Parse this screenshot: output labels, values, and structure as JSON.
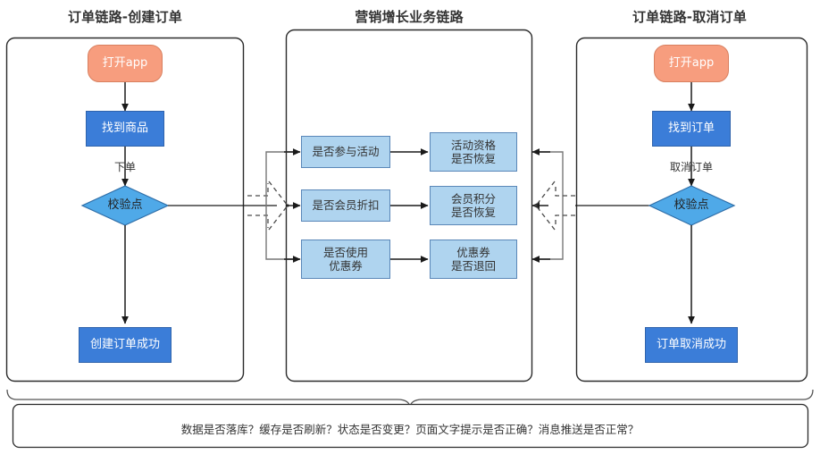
{
  "diagram": {
    "panels": [
      {
        "key": "create_order",
        "title": "订单链路-创建订单",
        "nodes": [
          {
            "name": "open-app",
            "label": "打开app",
            "shape": "rounded",
            "color": "#F79D7E"
          },
          {
            "name": "find-product",
            "label": "找到商品",
            "shape": "rect",
            "color": "#3B7DD8"
          },
          {
            "name": "checkpoint",
            "label": "校验点",
            "shape": "diamond",
            "color": "#4FA9E8"
          },
          {
            "name": "create-order-success",
            "label": "创建订单成功",
            "shape": "rect",
            "color": "#3B7DD8"
          }
        ],
        "edge_labels": [
          "下单"
        ]
      },
      {
        "key": "marketing_growth",
        "title": "营销增长业务链路",
        "left_column": [
          {
            "name": "join-activity",
            "lines": [
              "是否参与活动"
            ]
          },
          {
            "name": "member-discount",
            "lines": [
              "是否会员折扣"
            ]
          },
          {
            "name": "use-coupon",
            "lines": [
              "是否使用",
              "优惠券"
            ]
          }
        ],
        "right_column": [
          {
            "name": "activity-qualification",
            "lines": [
              "活动资格",
              "是否恢复"
            ]
          },
          {
            "name": "member-points",
            "lines": [
              "会员积分",
              "是否恢复"
            ]
          },
          {
            "name": "coupon-refund",
            "lines": [
              "优惠券",
              "是否退回"
            ]
          }
        ]
      },
      {
        "key": "cancel_order",
        "title": "订单链路-取消订单",
        "nodes": [
          {
            "name": "open-app",
            "label": "打开app",
            "shape": "rounded",
            "color": "#F79D7E"
          },
          {
            "name": "find-order",
            "label": "找到订单",
            "shape": "rect",
            "color": "#3B7DD8"
          },
          {
            "name": "checkpoint",
            "label": "校验点",
            "shape": "diamond",
            "color": "#4FA9E8"
          },
          {
            "name": "cancel-order-success",
            "label": "订单取消成功",
            "shape": "rect",
            "color": "#3B7DD8"
          }
        ],
        "edge_labels": [
          "取消订单"
        ]
      }
    ],
    "summary": "数据是否落库？缓存是否刷新？状态是否变更？页面文字提示是否正确？消息推送是否正常？",
    "colors": {
      "start_fill": "#F79D7E",
      "process_fill": "#3B7DD8",
      "sub_fill": "#AFD4EF",
      "diamond_fill": "#4FA9E8",
      "panel_border": "#2B2B2B",
      "connector": "#666666",
      "arrow": "#1A1A1A"
    }
  }
}
